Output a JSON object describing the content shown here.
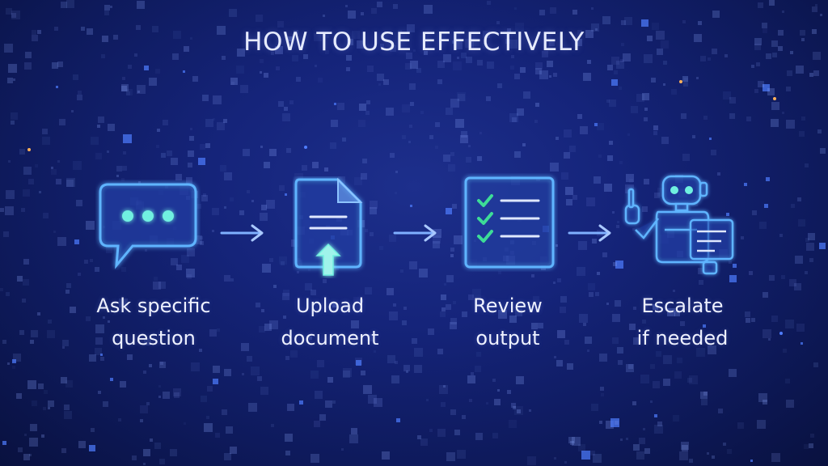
{
  "title": "HOW TO USE EFFECTIVELY",
  "steps": [
    {
      "icon": "chat-bubble-icon",
      "line1": "Ask specific",
      "line2": "question"
    },
    {
      "icon": "document-upload-icon",
      "line1": "Upload",
      "line2": "document"
    },
    {
      "icon": "checklist-icon",
      "line1": "Review",
      "line2": "output"
    },
    {
      "icon": "robot-icon",
      "line1": "Escalate",
      "line2": "if needed"
    }
  ],
  "colors": {
    "background": "#15247a",
    "glow": "#4fa3ff",
    "check": "#3ddc97",
    "dots": "#6ff0e0",
    "text": "#eef1ff"
  }
}
